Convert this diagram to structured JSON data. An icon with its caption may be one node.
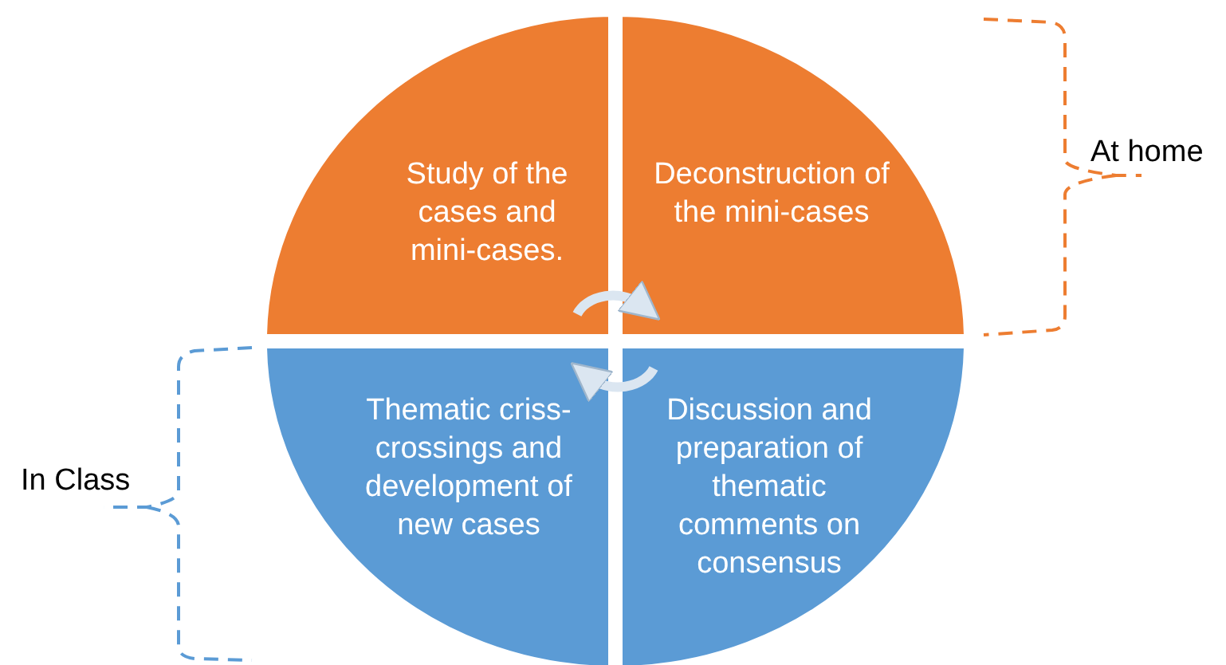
{
  "diagram": {
    "nodes": [
      {
        "text": [
          "Study of the cases and mini-cases."
        ]
      },
      {
        "text": [
          "Deconstruction of the mini-cases"
        ]
      },
      {
        "text": [
          "Thematic criss-crossings and development of new cases"
        ]
      },
      {
        "text": [
          "Discussion and preparation of thematic comments on consensus"
        ]
      }
    ],
    "edges": [
      {
        "from": 0,
        "to": 1,
        "arrow": "to"
      },
      {
        "from": 3,
        "to": 2,
        "arrow": "to"
      }
    ],
    "labels": [
      "At home",
      "In Class"
    ]
  }
}
